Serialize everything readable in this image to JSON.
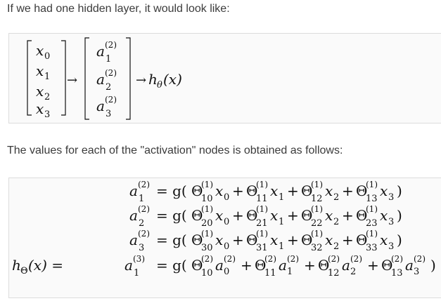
{
  "intro_text": "If we had one hidden layer, it would look like:",
  "activation_text": "The values for each of the \"activation\" nodes is obtained as follows:",
  "network": {
    "inputs": [
      "x",
      "x",
      "x",
      "x"
    ],
    "input_subs": [
      "0",
      "1",
      "2",
      "3"
    ],
    "hidden_base": "a",
    "hidden_sup": "(2)",
    "hidden_subs": [
      "1",
      "2",
      "3"
    ],
    "arrow": "→",
    "output": "h",
    "output_sub": "θ",
    "output_arg": "(x)"
  },
  "equations": [
    {
      "lhs": "a",
      "lhs_sup": "(2)",
      "lhs_sub": "1",
      "rhs_prefix": "= g(",
      "terms": [
        {
          "theta": "Θ",
          "sup": "(1)",
          "sub": "10",
          "var": "x",
          "var_sub": "0",
          "op": "+"
        },
        {
          "theta": "Θ",
          "sup": "(1)",
          "sub": "11",
          "var": "x",
          "var_sub": "1",
          "op": "+"
        },
        {
          "theta": "Θ",
          "sup": "(1)",
          "sub": "12",
          "var": "x",
          "var_sub": "2",
          "op": "+"
        },
        {
          "theta": "Θ",
          "sup": "(1)",
          "sub": "13",
          "var": "x",
          "var_sub": "3",
          "op": ")"
        }
      ]
    },
    {
      "lhs": "a",
      "lhs_sup": "(2)",
      "lhs_sub": "2",
      "rhs_prefix": "= g(",
      "terms": [
        {
          "theta": "Θ",
          "sup": "(1)",
          "sub": "20",
          "var": "x",
          "var_sub": "0",
          "op": "+"
        },
        {
          "theta": "Θ",
          "sup": "(1)",
          "sub": "21",
          "var": "x",
          "var_sub": "1",
          "op": "+"
        },
        {
          "theta": "Θ",
          "sup": "(1)",
          "sub": "22",
          "var": "x",
          "var_sub": "2",
          "op": "+"
        },
        {
          "theta": "Θ",
          "sup": "(1)",
          "sub": "23",
          "var": "x",
          "var_sub": "3",
          "op": ")"
        }
      ]
    },
    {
      "lhs": "a",
      "lhs_sup": "(2)",
      "lhs_sub": "3",
      "rhs_prefix": "= g(",
      "terms": [
        {
          "theta": "Θ",
          "sup": "(1)",
          "sub": "30",
          "var": "x",
          "var_sub": "0",
          "op": "+"
        },
        {
          "theta": "Θ",
          "sup": "(1)",
          "sub": "31",
          "var": "x",
          "var_sub": "1",
          "op": "+"
        },
        {
          "theta": "Θ",
          "sup": "(1)",
          "sub": "32",
          "var": "x",
          "var_sub": "2",
          "op": "+"
        },
        {
          "theta": "Θ",
          "sup": "(1)",
          "sub": "33",
          "var": "x",
          "var_sub": "3",
          "op": ")"
        }
      ]
    },
    {
      "lhs_extra": "hΘ(x) = ",
      "lhs": "a",
      "lhs_sup": "(3)",
      "lhs_sub": "1",
      "rhs_prefix": "= g(",
      "terms": [
        {
          "theta": "Θ",
          "sup": "(2)",
          "sub": "10",
          "var": "a",
          "var_sup": "(2)",
          "var_sub": "0",
          "op": "+"
        },
        {
          "theta": "Θ",
          "sup": "(2)",
          "sub": "11",
          "var": "a",
          "var_sup": "(2)",
          "var_sub": "1",
          "op": "+"
        },
        {
          "theta": "Θ",
          "sup": "(2)",
          "sub": "12",
          "var": "a",
          "var_sup": "(2)",
          "var_sub": "2",
          "op": "+"
        },
        {
          "theta": "Θ",
          "sup": "(2)",
          "sub": "13",
          "var": "a",
          "var_sup": "(2)",
          "var_sub": "3",
          "op": ")"
        }
      ]
    }
  ]
}
